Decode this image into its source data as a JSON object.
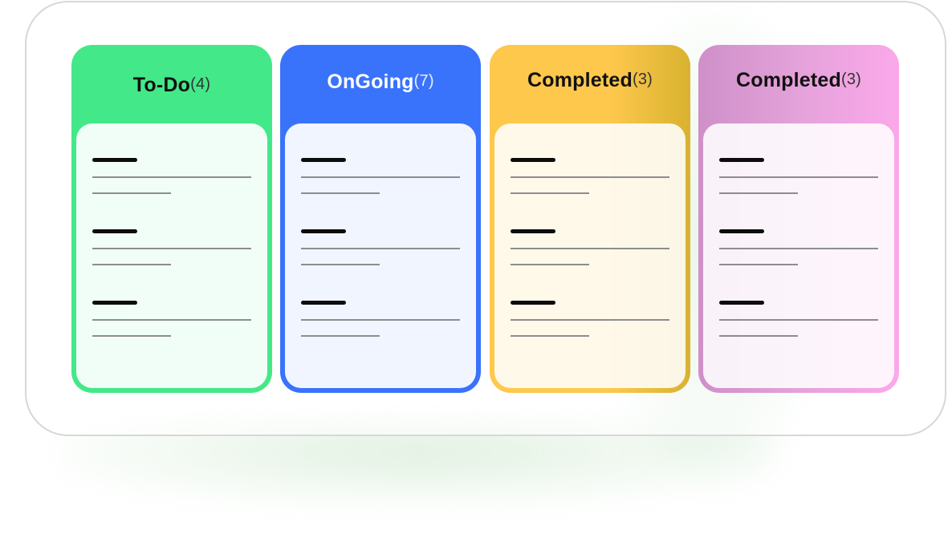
{
  "board": {
    "columns": [
      {
        "title": "To-Do",
        "count": "(4)",
        "color": "#43e888",
        "items": 3
      },
      {
        "title": "OnGoing",
        "count": "(7)",
        "color": "#3a73fb",
        "items": 3
      },
      {
        "title": "Completed",
        "count": "(3)",
        "color": "#fec84d",
        "items": 3
      },
      {
        "title": "Completed",
        "count": "(3)",
        "color": "#e4a2da",
        "items": 3
      }
    ]
  },
  "colors": {
    "todo": "#43e888",
    "ongoing": "#3a73fb",
    "completed_yellow": "#fec84d",
    "completed_pink": "#e4a2da"
  }
}
